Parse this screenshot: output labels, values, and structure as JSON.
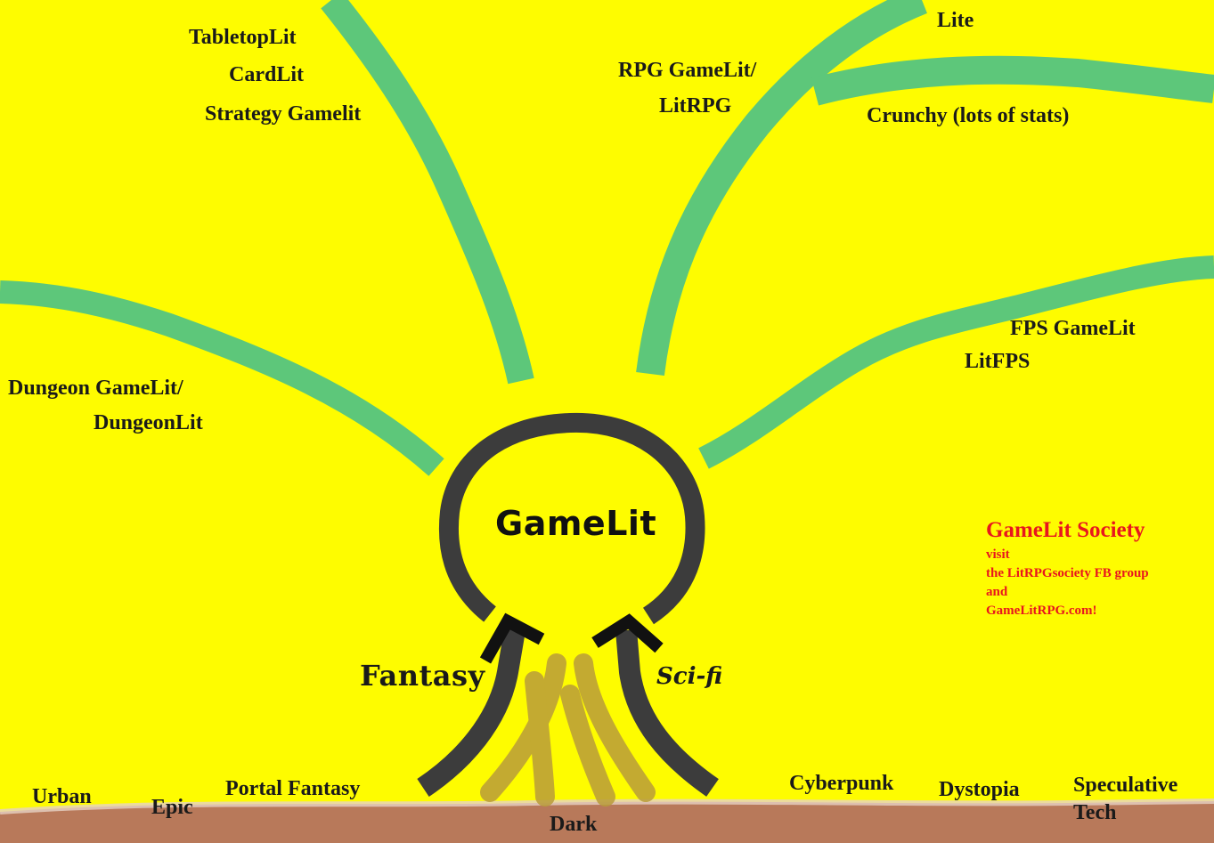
{
  "center": {
    "label": "GameLit"
  },
  "branches": {
    "upper_left": [
      "TabletopLit",
      "CardLit",
      "Strategy Gamelit"
    ],
    "left": [
      "Dungeon GameLit/",
      "DungeonLit"
    ],
    "upper_right": [
      "RPG GameLit/",
      "LitRPG"
    ],
    "rpg_subtypes": [
      "Lite",
      "Crunchy (lots of stats)"
    ],
    "right": [
      "FPS GameLit",
      "LitFPS"
    ]
  },
  "roots": {
    "fantasy": "Fantasy",
    "scifi": "Sci-fi"
  },
  "ground_labels": [
    "Urban",
    "Epic",
    "Portal Fantasy",
    "Dark",
    "Cyberpunk",
    "Dystopia",
    "Speculative",
    "Tech"
  ],
  "promo": {
    "title": "GameLit Society",
    "lines": [
      "visit",
      "the LitRPGsociety FB group",
      "and",
      "GameLitRPG.com!"
    ]
  },
  "colors": {
    "background": "#FEFC00",
    "branch": "#5DC77A",
    "ring": "#3C3C3C",
    "ground": "#B8795A",
    "promo": "#E8161E",
    "dark_root": "#B99C3A"
  }
}
